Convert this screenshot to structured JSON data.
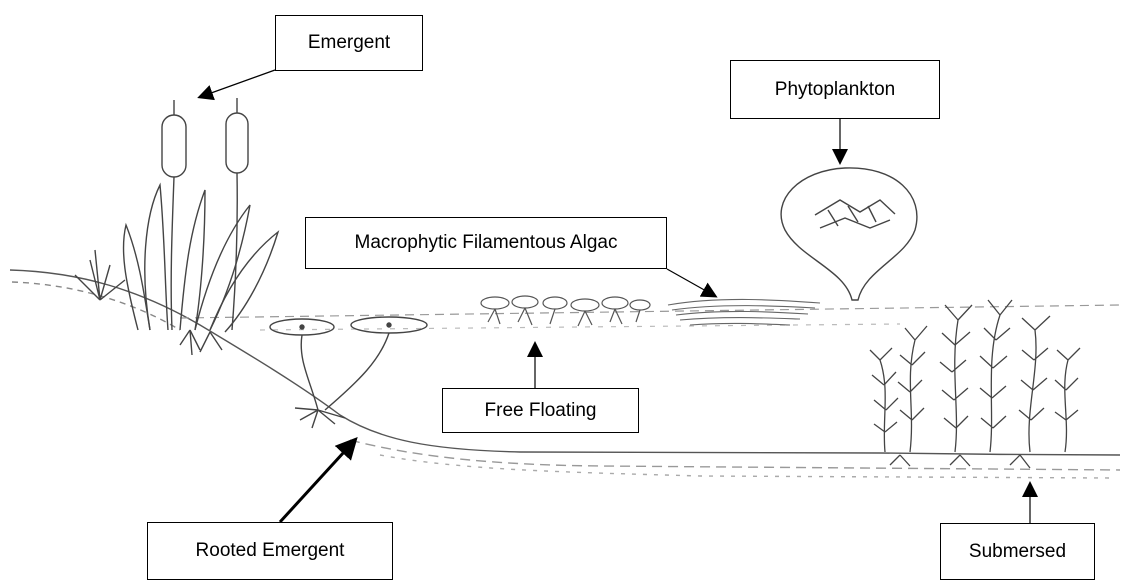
{
  "labels": {
    "emergent": "Emergent",
    "phytoplankton": "Phytoplankton",
    "macrophytic": "Macrophytic Filamentous Algac",
    "free_floating": "Free Floating",
    "rooted_emergent": "Rooted Emergent",
    "submersed": "Submersed"
  },
  "colors": {
    "ink": "#444444",
    "ground": "#666666",
    "box_border": "#000000",
    "background": "#ffffff"
  }
}
